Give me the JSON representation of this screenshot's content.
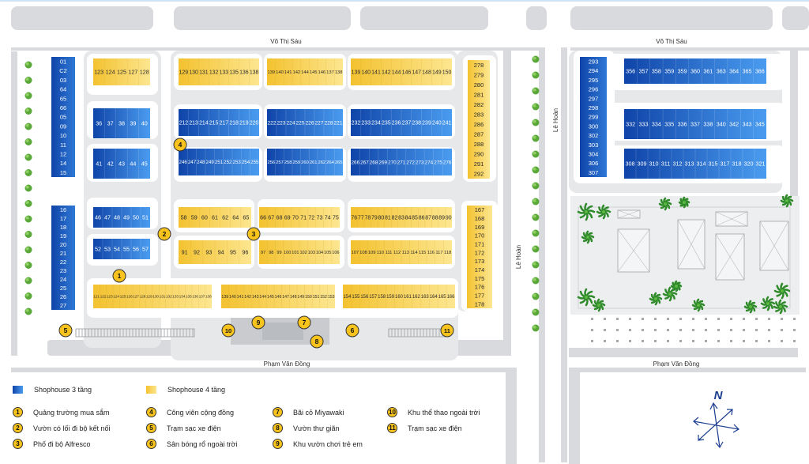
{
  "streets": {
    "vo_thi_sau_left": "Võ Thị Sáu",
    "vo_thi_sau_right": "Võ Thị Sáu",
    "pham_van_dong_left": "Phạm Văn Đồng",
    "pham_van_dong_right": "Phạm Văn Đồng",
    "le_hoan_top": "Lê Hoàn",
    "le_hoan_bottom": "Lê Hoàn"
  },
  "colors": {
    "blue3": "#1a56c0",
    "blue3_light": "#3f8fe6",
    "yellow4": "#f6cb3a",
    "yellow4_light": "#fbe27c",
    "marker": "#f7c31c",
    "road": "#d7d9dc"
  },
  "compass": {
    "label": "N"
  },
  "blocks": [
    {
      "type": "blue",
      "orient": "v",
      "labels": [
        "01",
        "C2",
        "03",
        "64",
        "65",
        "66",
        "05",
        "09",
        "10",
        "11",
        "12",
        "14",
        "15"
      ]
    },
    {
      "type": "yellow",
      "orient": "h",
      "labels": [
        "123",
        "124",
        "125",
        "127",
        "128"
      ]
    },
    {
      "type": "blue",
      "orient": "h",
      "labels": [
        "36",
        "37",
        "38",
        "39",
        "40"
      ]
    },
    {
      "type": "blue",
      "orient": "h",
      "labels": [
        "41",
        "42",
        "43",
        "44",
        "45"
      ]
    },
    {
      "type": "yellow",
      "orient": "h",
      "labels": [
        "129",
        "130",
        "131",
        "132",
        "133",
        "135",
        "136",
        "138"
      ]
    },
    {
      "type": "yellow",
      "orient": "h",
      "labels": [
        "139",
        "140",
        "141",
        "142",
        "144",
        "145",
        "146",
        "137",
        "138"
      ]
    },
    {
      "type": "yellow",
      "orient": "h",
      "labels": [
        "139",
        "140",
        "141",
        "142",
        "144",
        "146",
        "147",
        "148",
        "149",
        "150"
      ]
    },
    {
      "type": "blue",
      "orient": "h",
      "labels": [
        "212",
        "213",
        "214",
        "215",
        "217",
        "218",
        "219",
        "220"
      ]
    },
    {
      "type": "blue",
      "orient": "h",
      "labels": [
        "222",
        "223",
        "224",
        "225",
        "226",
        "227",
        "228",
        "221"
      ]
    },
    {
      "type": "blue",
      "orient": "h",
      "labels": [
        "232",
        "233",
        "234",
        "235",
        "236",
        "237",
        "238",
        "239",
        "240",
        "241"
      ]
    },
    {
      "type": "blue",
      "orient": "h",
      "labels": [
        "246",
        "247",
        "248",
        "249",
        "251",
        "252",
        "253",
        "254",
        "255"
      ]
    },
    {
      "type": "blue",
      "orient": "h",
      "labels": [
        "256",
        "257",
        "258",
        "259",
        "260",
        "261",
        "262",
        "264",
        "265"
      ]
    },
    {
      "type": "blue",
      "orient": "h",
      "labels": [
        "266",
        "267",
        "268",
        "269",
        "270",
        "271",
        "272",
        "273",
        "274",
        "275",
        "276"
      ]
    },
    {
      "type": "yellow",
      "orient": "v",
      "labels": [
        "278",
        "279",
        "280",
        "281",
        "282",
        "283",
        "286",
        "287",
        "288",
        "290",
        "291",
        "292"
      ]
    },
    {
      "type": "blue",
      "orient": "v",
      "labels": [
        "16",
        "17",
        "18",
        "19",
        "20",
        "21",
        "22",
        "23",
        "24",
        "25",
        "26",
        "27"
      ]
    },
    {
      "type": "blue",
      "orient": "h",
      "labels": [
        "46",
        "47",
        "48",
        "49",
        "50",
        "51"
      ]
    },
    {
      "type": "blue",
      "orient": "h",
      "labels": [
        "52",
        "53",
        "54",
        "55",
        "56",
        "57"
      ]
    },
    {
      "type": "yellow",
      "orient": "h",
      "labels": [
        "58",
        "59",
        "60",
        "61",
        "62",
        "64",
        "65"
      ]
    },
    {
      "type": "yellow",
      "orient": "h",
      "labels": [
        "66",
        "67",
        "68",
        "69",
        "70",
        "71",
        "72",
        "73",
        "74",
        "75"
      ]
    },
    {
      "type": "yellow",
      "orient": "h",
      "labels": [
        "76",
        "77",
        "78",
        "79",
        "80",
        "81",
        "82",
        "83",
        "84",
        "85",
        "86",
        "87",
        "88",
        "89",
        "90"
      ]
    },
    {
      "type": "yellow",
      "orient": "h",
      "labels": [
        "91",
        "92",
        "93",
        "94",
        "95",
        "96"
      ]
    },
    {
      "type": "yellow",
      "orient": "h",
      "labels": [
        "97",
        "98",
        "99",
        "100",
        "101",
        "102",
        "103",
        "104",
        "105",
        "106"
      ]
    },
    {
      "type": "yellow",
      "orient": "h",
      "labels": [
        "107",
        "108",
        "109",
        "110",
        "111",
        "112",
        "113",
        "114",
        "115",
        "116",
        "117",
        "118"
      ]
    },
    {
      "type": "yellow",
      "orient": "v",
      "labels": [
        "167",
        "168",
        "169",
        "170",
        "171",
        "172",
        "173",
        "174",
        "175",
        "176",
        "177",
        "178"
      ]
    },
    {
      "type": "yellow",
      "orient": "h",
      "labels": [
        "121",
        "122",
        "123",
        "124",
        "125",
        "126",
        "127",
        "128",
        "129",
        "130",
        "131",
        "132",
        "133",
        "134",
        "135",
        "136",
        "137",
        "138"
      ]
    },
    {
      "type": "yellow",
      "orient": "h",
      "labels": [
        "139",
        "140",
        "141",
        "142",
        "143",
        "144",
        "145",
        "146",
        "147",
        "148",
        "149",
        "150",
        "151",
        "152",
        "153"
      ]
    },
    {
      "type": "yellow",
      "orient": "h",
      "labels": [
        "154",
        "155",
        "156",
        "157",
        "158",
        "159",
        "160",
        "161",
        "162",
        "163",
        "164",
        "165",
        "166"
      ]
    },
    {
      "type": "blue",
      "orient": "v",
      "labels": [
        "293",
        "294",
        "295",
        "296",
        "297",
        "298",
        "299",
        "300",
        "302",
        "303",
        "304",
        "306",
        "307"
      ]
    },
    {
      "type": "blue",
      "orient": "h",
      "labels": [
        "356",
        "357",
        "358",
        "359",
        "359",
        "360",
        "361",
        "363",
        "364",
        "365",
        "366"
      ]
    },
    {
      "type": "blue",
      "orient": "h",
      "labels": [
        "332",
        "333",
        "334",
        "335",
        "336",
        "337",
        "338",
        "340",
        "342",
        "343",
        "345"
      ]
    },
    {
      "type": "blue",
      "orient": "h",
      "labels": [
        "308",
        "309",
        "310",
        "311",
        "312",
        "313",
        "314",
        "315",
        "317",
        "318",
        "320",
        "321"
      ]
    }
  ],
  "markers": [
    "1",
    "2",
    "3",
    "4",
    "5",
    "6",
    "7",
    "8",
    "9",
    "10",
    "11"
  ],
  "legend": {
    "shophouse3": "Shophouse 3 tầng",
    "shophouse4": "Shophouse 4 tầng",
    "items": [
      {
        "num": "1",
        "label": "Quảng trường mua sắm"
      },
      {
        "num": "2",
        "label": "Vườn có lối đi bộ kết nối"
      },
      {
        "num": "3",
        "label": "Phố đi bộ Alfresco"
      },
      {
        "num": "4",
        "label": "Công viên cộng đồng"
      },
      {
        "num": "5",
        "label": "Trạm sạc xe điện"
      },
      {
        "num": "6",
        "label": "Sân bóng rổ ngoài trời"
      },
      {
        "num": "7",
        "label": "Bãi cỏ Miyawaki"
      },
      {
        "num": "8",
        "label": "Vườn thư giãn"
      },
      {
        "num": "9",
        "label": "Khu vườn chơi trẻ em"
      },
      {
        "num": "10",
        "label": "Khu thể thao ngoài trời"
      },
      {
        "num": "11",
        "label": "Trạm sạc xe điện"
      }
    ]
  }
}
